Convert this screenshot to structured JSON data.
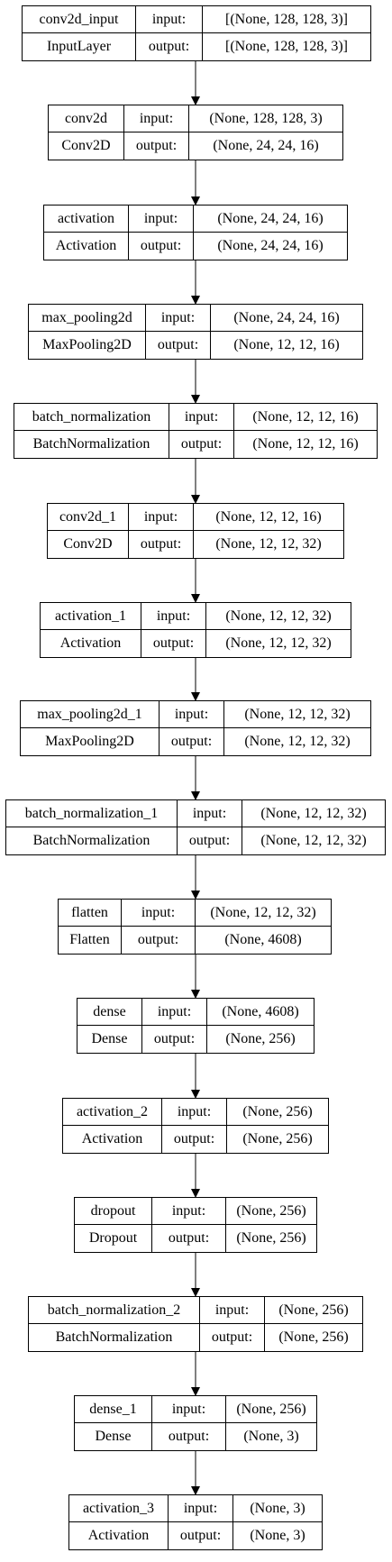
{
  "layers": [
    {
      "name": "conv2d_input",
      "type": "InputLayer",
      "input_label": "input:",
      "output_label": "output:",
      "input": "[(None, 128, 128, 3)]",
      "output": "[(None, 128, 128, 3)]"
    },
    {
      "name": "conv2d",
      "type": "Conv2D",
      "input_label": "input:",
      "output_label": "output:",
      "input": "(None, 128, 128, 3)",
      "output": "(None, 24, 24, 16)"
    },
    {
      "name": "activation",
      "type": "Activation",
      "input_label": "input:",
      "output_label": "output:",
      "input": "(None, 24, 24, 16)",
      "output": "(None, 24, 24, 16)"
    },
    {
      "name": "max_pooling2d",
      "type": "MaxPooling2D",
      "input_label": "input:",
      "output_label": "output:",
      "input": "(None, 24, 24, 16)",
      "output": "(None, 12, 12, 16)"
    },
    {
      "name": "batch_normalization",
      "type": "BatchNormalization",
      "input_label": "input:",
      "output_label": "output:",
      "input": "(None, 12, 12, 16)",
      "output": "(None, 12, 12, 16)"
    },
    {
      "name": "conv2d_1",
      "type": "Conv2D",
      "input_label": "input:",
      "output_label": "output:",
      "input": "(None, 12, 12, 16)",
      "output": "(None, 12, 12, 32)"
    },
    {
      "name": "activation_1",
      "type": "Activation",
      "input_label": "input:",
      "output_label": "output:",
      "input": "(None, 12, 12, 32)",
      "output": "(None, 12, 12, 32)"
    },
    {
      "name": "max_pooling2d_1",
      "type": "MaxPooling2D",
      "input_label": "input:",
      "output_label": "output:",
      "input": "(None, 12, 12, 32)",
      "output": "(None, 12, 12, 32)"
    },
    {
      "name": "batch_normalization_1",
      "type": "BatchNormalization",
      "input_label": "input:",
      "output_label": "output:",
      "input": "(None, 12, 12, 32)",
      "output": "(None, 12, 12, 32)"
    },
    {
      "name": "flatten",
      "type": "Flatten",
      "input_label": "input:",
      "output_label": "output:",
      "input": "(None, 12, 12, 32)",
      "output": "(None, 4608)"
    },
    {
      "name": "dense",
      "type": "Dense",
      "input_label": "input:",
      "output_label": "output:",
      "input": "(None, 4608)",
      "output": "(None, 256)"
    },
    {
      "name": "activation_2",
      "type": "Activation",
      "input_label": "input:",
      "output_label": "output:",
      "input": "(None, 256)",
      "output": "(None, 256)"
    },
    {
      "name": "dropout",
      "type": "Dropout",
      "input_label": "input:",
      "output_label": "output:",
      "input": "(None, 256)",
      "output": "(None, 256)"
    },
    {
      "name": "batch_normalization_2",
      "type": "BatchNormalization",
      "input_label": "input:",
      "output_label": "output:",
      "input": "(None, 256)",
      "output": "(None, 256)"
    },
    {
      "name": "dense_1",
      "type": "Dense",
      "input_label": "input:",
      "output_label": "output:",
      "input": "(None, 256)",
      "output": "(None, 3)"
    },
    {
      "name": "activation_3",
      "type": "Activation",
      "input_label": "input:",
      "output_label": "output:",
      "input": "(None, 3)",
      "output": "(None, 3)"
    }
  ],
  "colors": {
    "line": "#000000",
    "background": "#ffffff"
  }
}
